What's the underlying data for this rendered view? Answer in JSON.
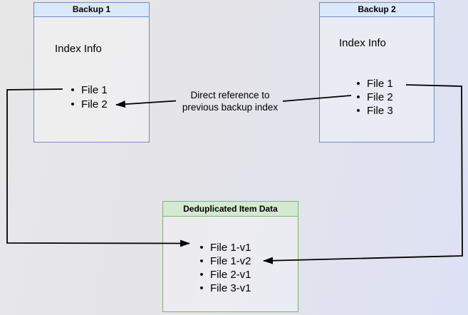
{
  "boxes": {
    "backup1": {
      "title": "Backup 1",
      "subtitle": "Index Info",
      "items": [
        "File 1",
        "File 2"
      ]
    },
    "backup2": {
      "title": "Backup 2",
      "subtitle": "Index Info",
      "items": [
        "File 1",
        "File 2",
        "File 3"
      ]
    },
    "dedup": {
      "title": "Deduplicated Item Data",
      "items": [
        "File 1-v1",
        "File 1-v2",
        "File 2-v1",
        "File 3-v1"
      ]
    }
  },
  "annotation": {
    "line1": "Direct reference to",
    "line2": "previous backup index"
  },
  "ui": {
    "bullet": "•"
  },
  "colors": {
    "blue_border": "#6c8ebf",
    "blue_header_fill": "#dae8fc",
    "green_border": "#82b366",
    "green_header_fill": "#d5e8d4",
    "connector": "#000000",
    "background_left": "#e8e7e7",
    "background_right": "#dde1f4"
  }
}
